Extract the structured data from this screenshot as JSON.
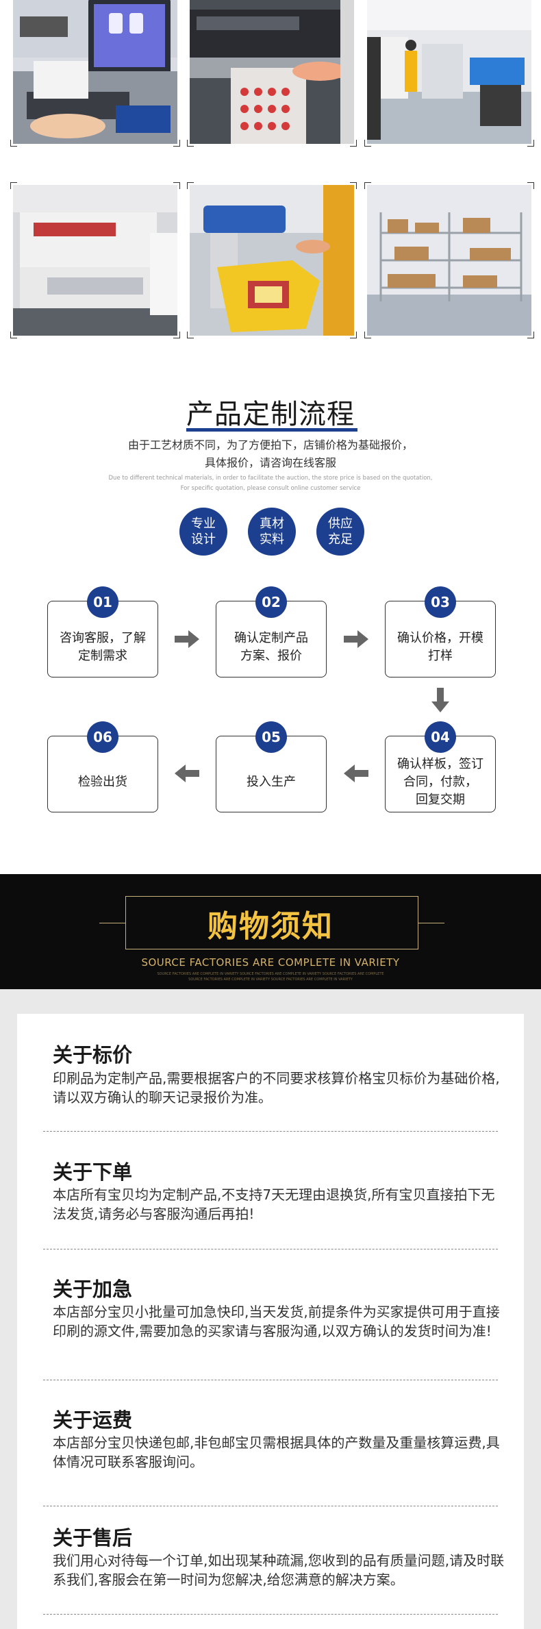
{
  "process": {
    "title": "产品定制流程",
    "subtitle_line1": "由于工艺材质不同，为了方便拍下，店铺价格为基础报价，",
    "subtitle_line2": "具体报价，请咨询在线客服",
    "en_line1": "Due to different technical materials, in order to facilitate the auction, the store price is based on the quotation,",
    "en_line2": "For specific quotation, please consult online customer service",
    "badges": [
      "专业\n设计",
      "真材\n实料",
      "供应\n充足"
    ],
    "steps": [
      {
        "num": "01",
        "text": "咨询客服，了解\n定制需求"
      },
      {
        "num": "02",
        "text": "确认定制产品\n方案、报价"
      },
      {
        "num": "03",
        "text": "确认价格，开模\n打样"
      },
      {
        "num": "04",
        "text": "确认样板，签订\n合同，付款，\n回复交期"
      },
      {
        "num": "05",
        "text": "投入生产"
      },
      {
        "num": "06",
        "text": "检验出货"
      }
    ]
  },
  "notice": {
    "title": "购物须知",
    "en": "SOURCE FACTORIES ARE COMPLETE IN VARIETY",
    "en_small_1": "SOURCE FACTORIES ARE COMPLETE IN VARIETY SOURCE FACTORIES ARE COMPLETE IN VARIETY SOURCE FACTORIES ARE COMPLETE",
    "en_small_2": "SOURCE FACTORIES ARE COMPLETE IN VARIETY SOURCE FACTORIES ARE COMPLETE IN VARIETY",
    "items": [
      {
        "title": "关于标价",
        "body": "印刷品为定制产品,需要根据客户的不同要求核算价格宝贝标价为基础价格,请以双方确认的聊天记录报价为准。"
      },
      {
        "title": "关于下单",
        "body": "本店所有宝贝均为定制产品,不支持7天无理由退换货,所有宝贝直接拍下无法发货,请务必与客服沟通后再拍!"
      },
      {
        "title": "关于加急",
        "body": "本店部分宝贝小批量可加急快印,当天发货,前提条件为买家提供可用于直接印刷的源文件,需要加急的买家请与客服沟通,以双方确认的发货时间为准!"
      },
      {
        "title": "关于运费",
        "body": "本店部分宝贝快递包邮,非包邮宝贝需根据具体的产数量及重量核算运费,具体情况可联系客服询问。"
      },
      {
        "title": "关于售后",
        "body": "我们用心对待每一个订单,如出现某种疏漏,您收到的品有质量问题,请及时联系我们,客服会在第一时间为您解决,给您满意的解决方案。"
      }
    ]
  },
  "colors": {
    "brand_blue": "#1d3f8f",
    "gold": "#f5c342"
  }
}
